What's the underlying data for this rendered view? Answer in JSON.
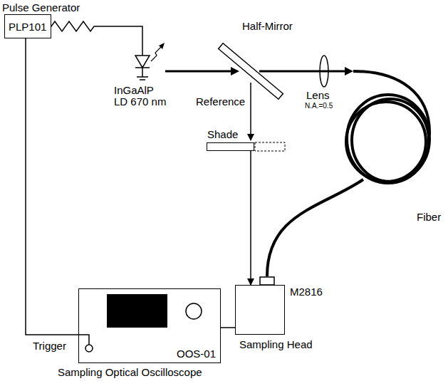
{
  "diagram": {
    "nodes": [
      {
        "text": [
          "Pulse Generator",
          "PLP101"
        ]
      },
      {
        "text": [
          "Shade"
        ]
      },
      {
        "text": [
          "M2816",
          "Sampling Head"
        ]
      },
      {
        "text": [
          "Trigger",
          "OOS-01",
          "Sampling Optical Oscilloscope"
        ]
      }
    ],
    "edges": [
      {
        "from": 0,
        "to": 3,
        "arrow": "none"
      },
      {
        "from": 1,
        "to": 2,
        "arrow": "to"
      },
      {
        "from": 2,
        "to": 3,
        "arrow": "none"
      }
    ],
    "labels": [
      "InGaAlP",
      "LD 670 nm",
      "Half-Mirror",
      "Reference",
      "Lens",
      "N.A.=0.5",
      "Fiber"
    ]
  }
}
